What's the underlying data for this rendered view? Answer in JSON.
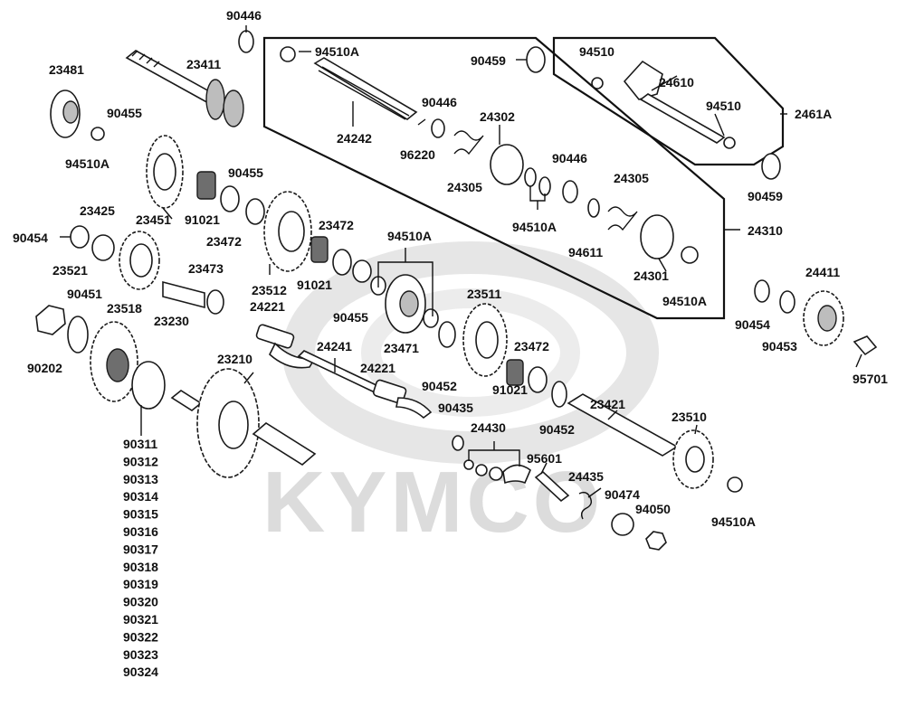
{
  "watermark": {
    "brand": "KYMCO"
  },
  "labels": {
    "p90446_top": "90446",
    "p94510A_a": "94510A",
    "p90459_a": "90459",
    "p94510_a": "94510",
    "p23481": "23481",
    "p23411": "23411",
    "p24610": "24610",
    "p94510_b": "94510",
    "p2461A": "2461A",
    "p90455_a": "90455",
    "p90446_b": "90446",
    "p24302": "24302",
    "p24242": "24242",
    "p96220": "96220",
    "p94510A_b": "94510A",
    "p24305_a": "24305",
    "p90446_c": "90446",
    "p90459_b": "90459",
    "p23451": "23451",
    "p91021_a": "91021",
    "p90455_b": "90455",
    "p24305_b": "24305",
    "p94510A_c": "94510A",
    "p23425": "23425",
    "p90454_a": "90454",
    "p23472_a": "23472",
    "p23472_b": "23472",
    "p94611": "94611",
    "p24310": "24310",
    "p94510A_d": "94510A",
    "p23521": "23521",
    "p23473": "23473",
    "p23512": "23512",
    "p91021_b": "91021",
    "p24301": "24301",
    "p24411": "24411",
    "p90451": "90451",
    "p23518": "23518",
    "p23230": "23230",
    "p94510A_e": "94510A",
    "p24221_a": "24221",
    "p90455_c": "90455",
    "p23511": "23511",
    "p90454_b": "90454",
    "p90202": "90202",
    "p23471": "23471",
    "p90453": "90453",
    "p23472_c": "23472",
    "p24241": "24241",
    "p23210": "23210",
    "p24221_b": "24221",
    "p90452_a": "90452",
    "p95701": "95701",
    "p91021_c": "91021",
    "p23421": "23421",
    "p90435": "90435",
    "p90452_b": "90452",
    "p24430": "24430",
    "p23510": "23510",
    "p95601": "95601",
    "p24435": "24435",
    "p90474": "90474",
    "p94050": "94050",
    "p94510A_f": "94510A"
  },
  "washer_list": [
    "90311",
    "90312",
    "90313",
    "90314",
    "90315",
    "90316",
    "90317",
    "90318",
    "90319",
    "90320",
    "90321",
    "90322",
    "90323",
    "90324"
  ]
}
